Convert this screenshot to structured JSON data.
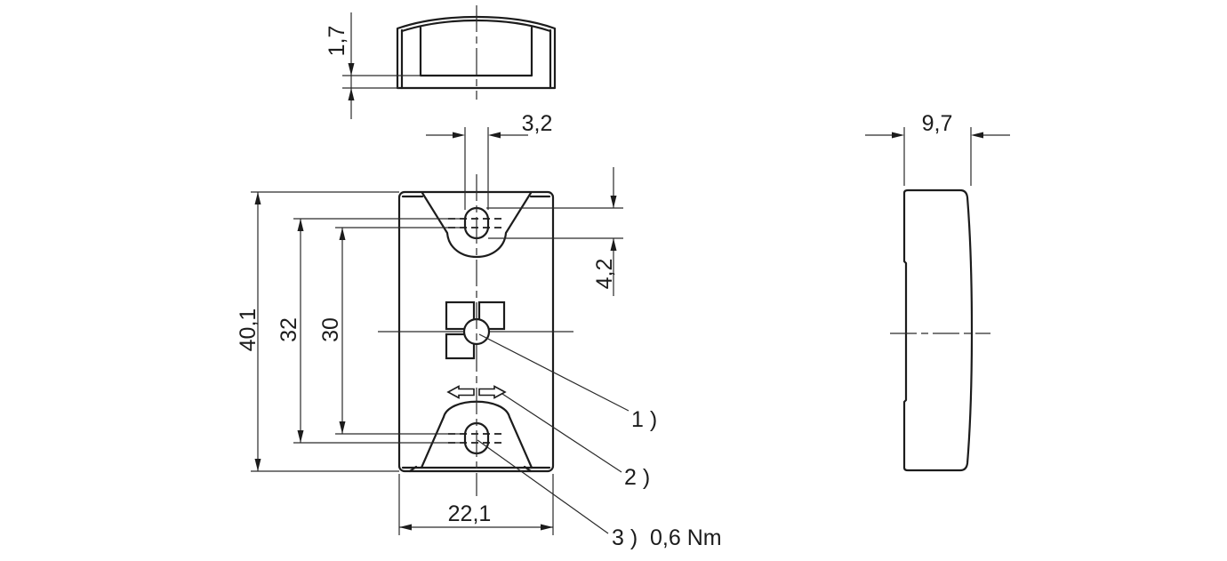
{
  "drawing": {
    "kind": "technical-dimension-drawing",
    "colors": {
      "line": "#1c1c1c",
      "background": "#ffffff"
    },
    "dims": {
      "cap_height": "1,7",
      "slot_width": "3,2",
      "slot_length": "4,2",
      "plate_height": "40,1",
      "span_outer": "32",
      "span_inner": "30",
      "plate_width": "22,1",
      "depth": "9,7"
    },
    "callouts": {
      "c1": "1 )",
      "c2": "2 )",
      "c3": "3 )",
      "torque": "0,6 Nm"
    }
  }
}
